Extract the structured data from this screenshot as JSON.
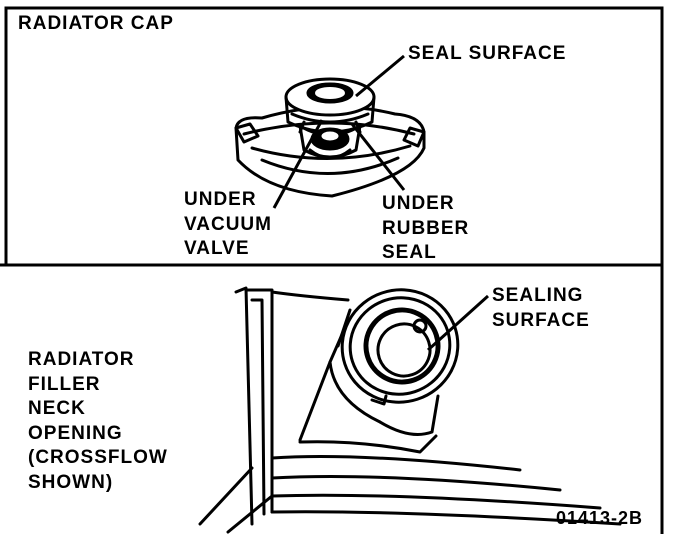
{
  "top_panel": {
    "title": "RADIATOR CAP",
    "callouts": {
      "seal_surface": "SEAL SURFACE",
      "under_vacuum_valve": [
        "UNDER",
        "VACUUM",
        "VALVE"
      ],
      "under_rubber_seal": [
        "UNDER",
        "RUBBER",
        "SEAL"
      ]
    }
  },
  "bottom_panel": {
    "side_label": [
      "RADIATOR",
      "FILLER",
      "NECK",
      "OPENING",
      "(CROSSFLOW",
      "SHOWN)"
    ],
    "callouts": {
      "sealing_surface": [
        "SEALING",
        "SURFACE"
      ]
    },
    "figure_number": "01413-2B"
  }
}
